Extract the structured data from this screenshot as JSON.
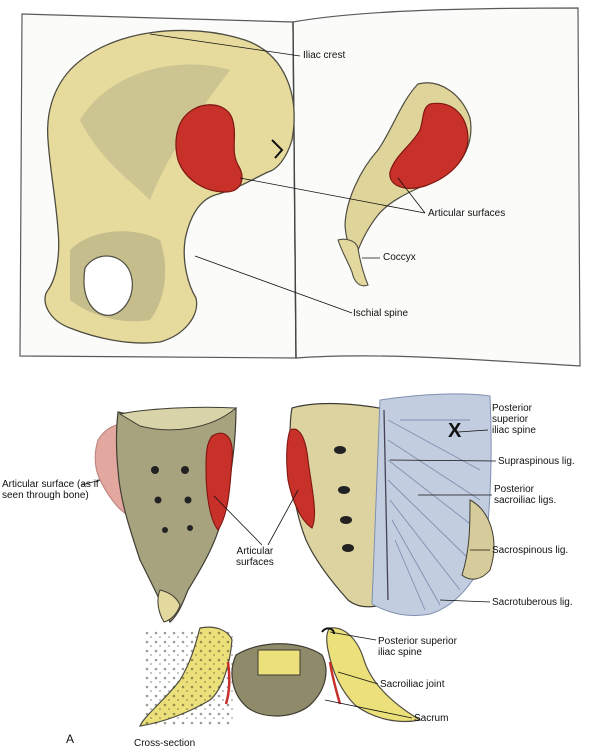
{
  "colors": {
    "bone": "#e8dc9e",
    "bone_shadow": "#8f8a6a",
    "bone_dark": "#4f4d42",
    "articular": "#c8302a",
    "articular_dark": "#7e1712",
    "ligament": "#c3cde0",
    "ligament_line": "#8090b0",
    "page_line": "#5a5a5a",
    "page_fill": "#fbfbfa",
    "cross_bone": "#ece07a",
    "pink_overlay": "#d98b80"
  },
  "labels": {
    "iliac_crest": "Iliac crest",
    "articular_surfaces_top": "Articular surfaces",
    "coccyx": "Coccyx",
    "ischial_spine": "Ischial spine",
    "articular_surface_see_through": "Articular surface (as if\nseen through bone)",
    "articular_surfaces_mid": "Articular\nsurfaces",
    "posterior_superior_iliac_spine": "Posterior\nsuperior\niliac spine",
    "supraspinous_lig": "Supraspinous lig.",
    "posterior_sacroiliac_ligs": "Posterior\nsacroiliac ligs.",
    "sacrospinous_lig": "Sacrospinous lig.",
    "sacrotuberous_lig": "Sacrotuberous lig.",
    "posterior_superior_iliac_spine_bottom": "Posterior superior\niliac spine",
    "sacroiliac_joint": "Sacroiliac joint",
    "sacrum": "Sacrum",
    "cross_section": "Cross-section",
    "figure_letter": "A",
    "x_mark": "X"
  }
}
